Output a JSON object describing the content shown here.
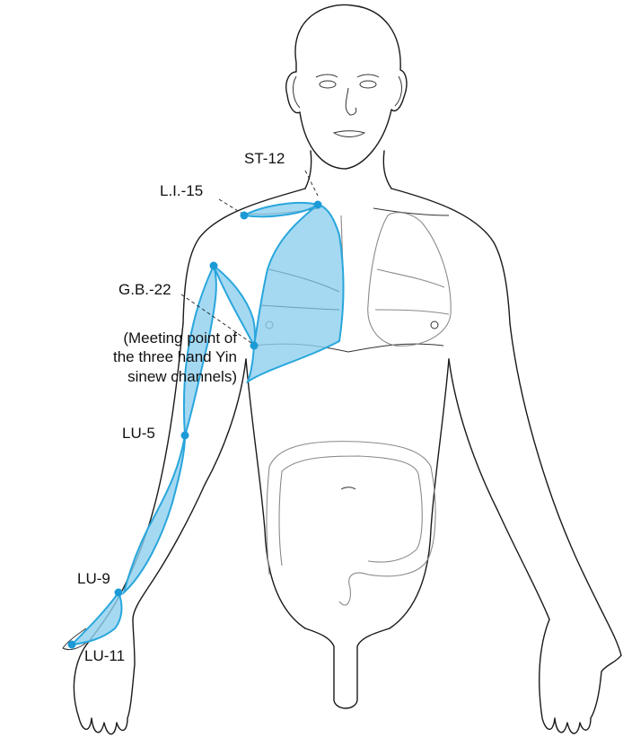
{
  "labels": {
    "st12": "ST-12",
    "li15": "L.I.-15",
    "gb22": "G.B.-22",
    "meeting_line1": "(Meeting point of",
    "meeting_line2": "the three hand Yin",
    "meeting_line3": "sinew channels)",
    "lu5": "LU-5",
    "lu9": "LU-9",
    "lu11": "LU-11"
  },
  "colors": {
    "channel_fill": "#8fd0ef",
    "channel_stroke": "#29a6dc",
    "point": "#1c9ad6",
    "line_art": "#1a1a1a"
  }
}
